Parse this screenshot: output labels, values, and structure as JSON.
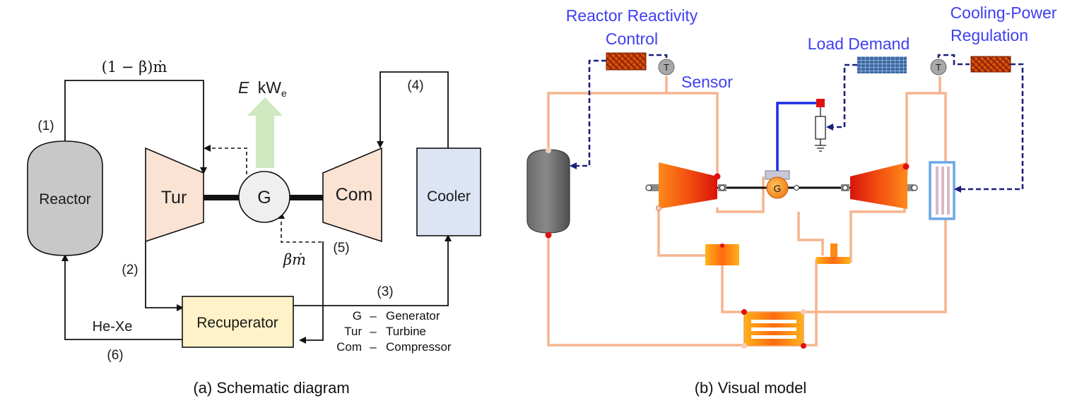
{
  "panel_a": {
    "caption": "(a) Schematic diagram",
    "components": {
      "reactor": "Reactor",
      "turbine": "Tur",
      "generator": "G",
      "compressor": "Com",
      "cooler": "Cooler",
      "recuperator": "Recuperator"
    },
    "power_label": {
      "e": "E",
      "kw": "kW",
      "sub": "e"
    },
    "flow_labels": {
      "reactor_flow": "(1 − β)ṁ",
      "bypass_flow": "βṁ",
      "working_fluid": "He-Xe"
    },
    "states": [
      "(1)",
      "(2)",
      "(3)",
      "(4)",
      "(5)",
      "(6)"
    ],
    "legend": [
      {
        "abbr": "G",
        "dash": "–",
        "name": "Generator"
      },
      {
        "abbr": "Tur",
        "dash": "–",
        "name": "Turbine"
      },
      {
        "abbr": "Com",
        "dash": "–",
        "name": "Compressor"
      }
    ]
  },
  "panel_b": {
    "caption": "(b) Visual model",
    "labels": {
      "reactivity_1": "Reactor Reactivity",
      "reactivity_2": "Control",
      "sensor": "Sensor",
      "load_demand": "Load Demand",
      "cooling_1": "Cooling-Power",
      "cooling_2": "Regulation",
      "temp_symbol": "T",
      "gen_symbol": "G"
    }
  },
  "colors": {
    "reactor_fill": "#c8c8c8",
    "turbo_fill": "#fbe3d4",
    "cooler_fill": "#dde5f5",
    "recuperator_fill": "#fff2c8",
    "power_arrow": "#cfe8c0",
    "pipe": "#f5b48e",
    "signal": "#1b1f7a",
    "label_blue": "#3f3ff2"
  }
}
